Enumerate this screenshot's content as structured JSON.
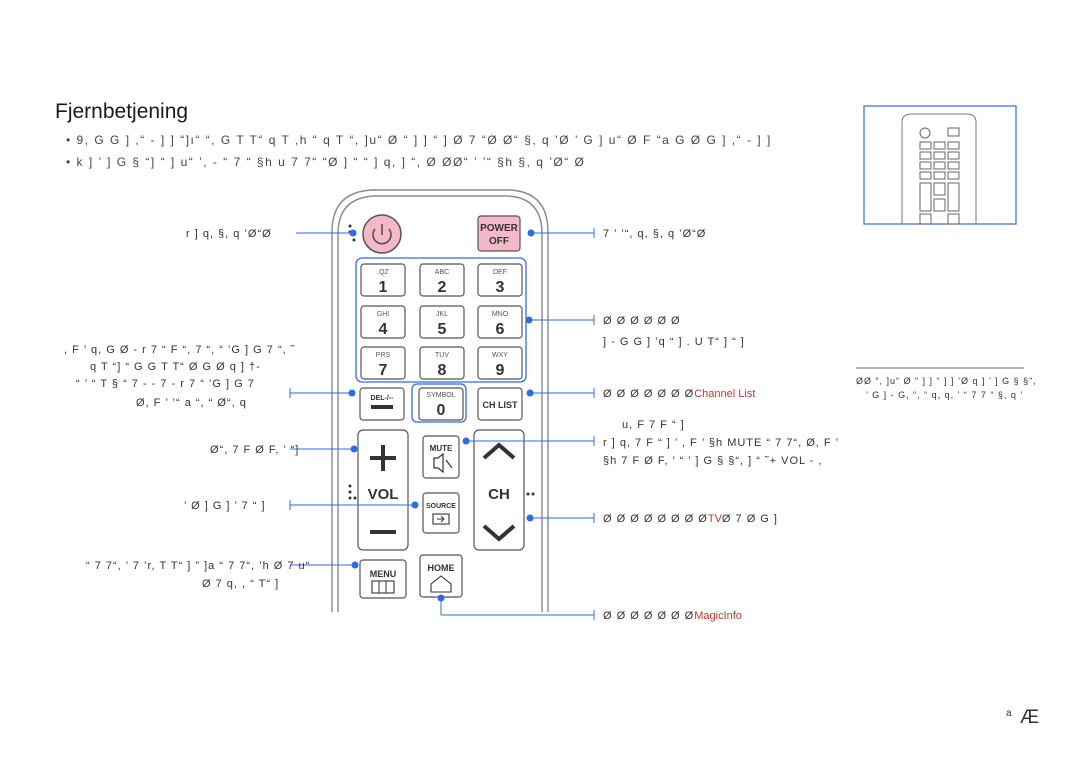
{
  "page": {
    "title": "Fjernbetjening",
    "para1": "• 9,  G G ] ,“ -  ] ]  “]ı“ “,    G T T“ q T ,h “   q T   “, ]u“ Ø “ ] ]  “ ] Ø  7  “Ø Ø“  §, q   ’Ø  ’ G ] u“ Ø F  “a  G Ø  G ] ,“  -   ] ]",
    "para2": "• k ] ’ ] G §     “]  “ ] u“  ’, - “ 7  “ §h  u  7 7“  “Ø  ] “  “ ] q,  ] “, Ø  ØØ“    ’ ’“ §h §, q   ’Ø“ Ø",
    "page_number": "Æ",
    "page_sup": "a"
  },
  "labels": {
    "power_left": "r ]     q,  §, q   ’Ø“Ø",
    "power_off": "7  ’ ’“,   q,  §, q   ’Ø“Ø",
    "numbers_1": "Ø Ø Ø Ø Ø Ø",
    "numbers_2": "]   -  G  G ]   ’q  “ ]     .  U  T“ ]  “ ]",
    "delete_1": ", F ’   q,  G Ø  - r 7  “  F  “, 7   “, “ ’G ] G 7 “,  ˜",
    "delete_2": "q T     “]  “   G   G T T“   Ø G Ø  q ]  †-",
    "delete_3": "“ ’  “ T § “ 7 -   -  7  - r 7  “  ’G ] G 7",
    "delete_4": "Ø, F ’ ’“       a   “, “ Ø“,         q",
    "chlist_prefix": "Ø Ø Ø Ø Ø Ø Ø",
    "chlist_hl": "Channel List",
    "mute_1": "u, F   7 F  “ ]",
    "mute_2": "r ]     q,  7 F  “ ] ’   , F ’  §h  MUTE  “ 7 7“,  Ø, F ’",
    "mute_3": "§h  7 F   Ø F, ’ “ ’ ] G § §“, ] “  ˜+ VOL - ,",
    "vol": "Ø“,  7 F   Ø F, ’ “]",
    "source": "’  Ø    ]   G ]   ’  7  “ ]",
    "ch_prefix": "Ø Ø Ø Ø Ø Ø Ø Ø",
    "ch_hl": "TV",
    "ch_suffix": "Ø  7  Ø G ]",
    "menu_1": "“ 7 7“,   ’  7   ’r, T T“ ] ” ]a  “ 7 7“,  ’h  Ø  7 u“",
    "menu_2": "Ø  7    q, ,    “  T“ ]",
    "home_prefix": "Ø Ø Ø Ø Ø Ø Ø",
    "home_hl": "MagicInfo",
    "note_1": "ØØ   “, ]u“ Ø “ ] ]  “ ]     ] ’Ø q ] ’ ] G § §“,",
    "note_2": "’ G ] - G,  “, “   q,   q,  ’ “ 7 7  “ §, q  ’"
  },
  "remote": {
    "power_label": "POWER",
    "off_label": "OFF",
    "keys": [
      {
        "letters": ".QZ",
        "digit": "1"
      },
      {
        "letters": "ABC",
        "digit": "2"
      },
      {
        "letters": "DEF",
        "digit": "3"
      },
      {
        "letters": "GHI",
        "digit": "4"
      },
      {
        "letters": "JKL",
        "digit": "5"
      },
      {
        "letters": "MNO",
        "digit": "6"
      },
      {
        "letters": "PRS",
        "digit": "7"
      },
      {
        "letters": "TUV",
        "digit": "8"
      },
      {
        "letters": "WXY",
        "digit": "9"
      }
    ],
    "del_label": "DEL-/--",
    "symbol_label": "SYMBOL",
    "zero_label": "0",
    "chlist_label": "CH LIST",
    "mute_label": "MUTE",
    "vol_label": "VOL",
    "ch_label": "CH",
    "source_label": "SOURCE",
    "menu_label": "MENU",
    "home_label": "HOME"
  },
  "colors": {
    "accent_line": "#2e6be6",
    "highlight_text": "#c0392b",
    "power_pink": "#f5b8c9",
    "remote_outline": "#8a8a8a"
  }
}
